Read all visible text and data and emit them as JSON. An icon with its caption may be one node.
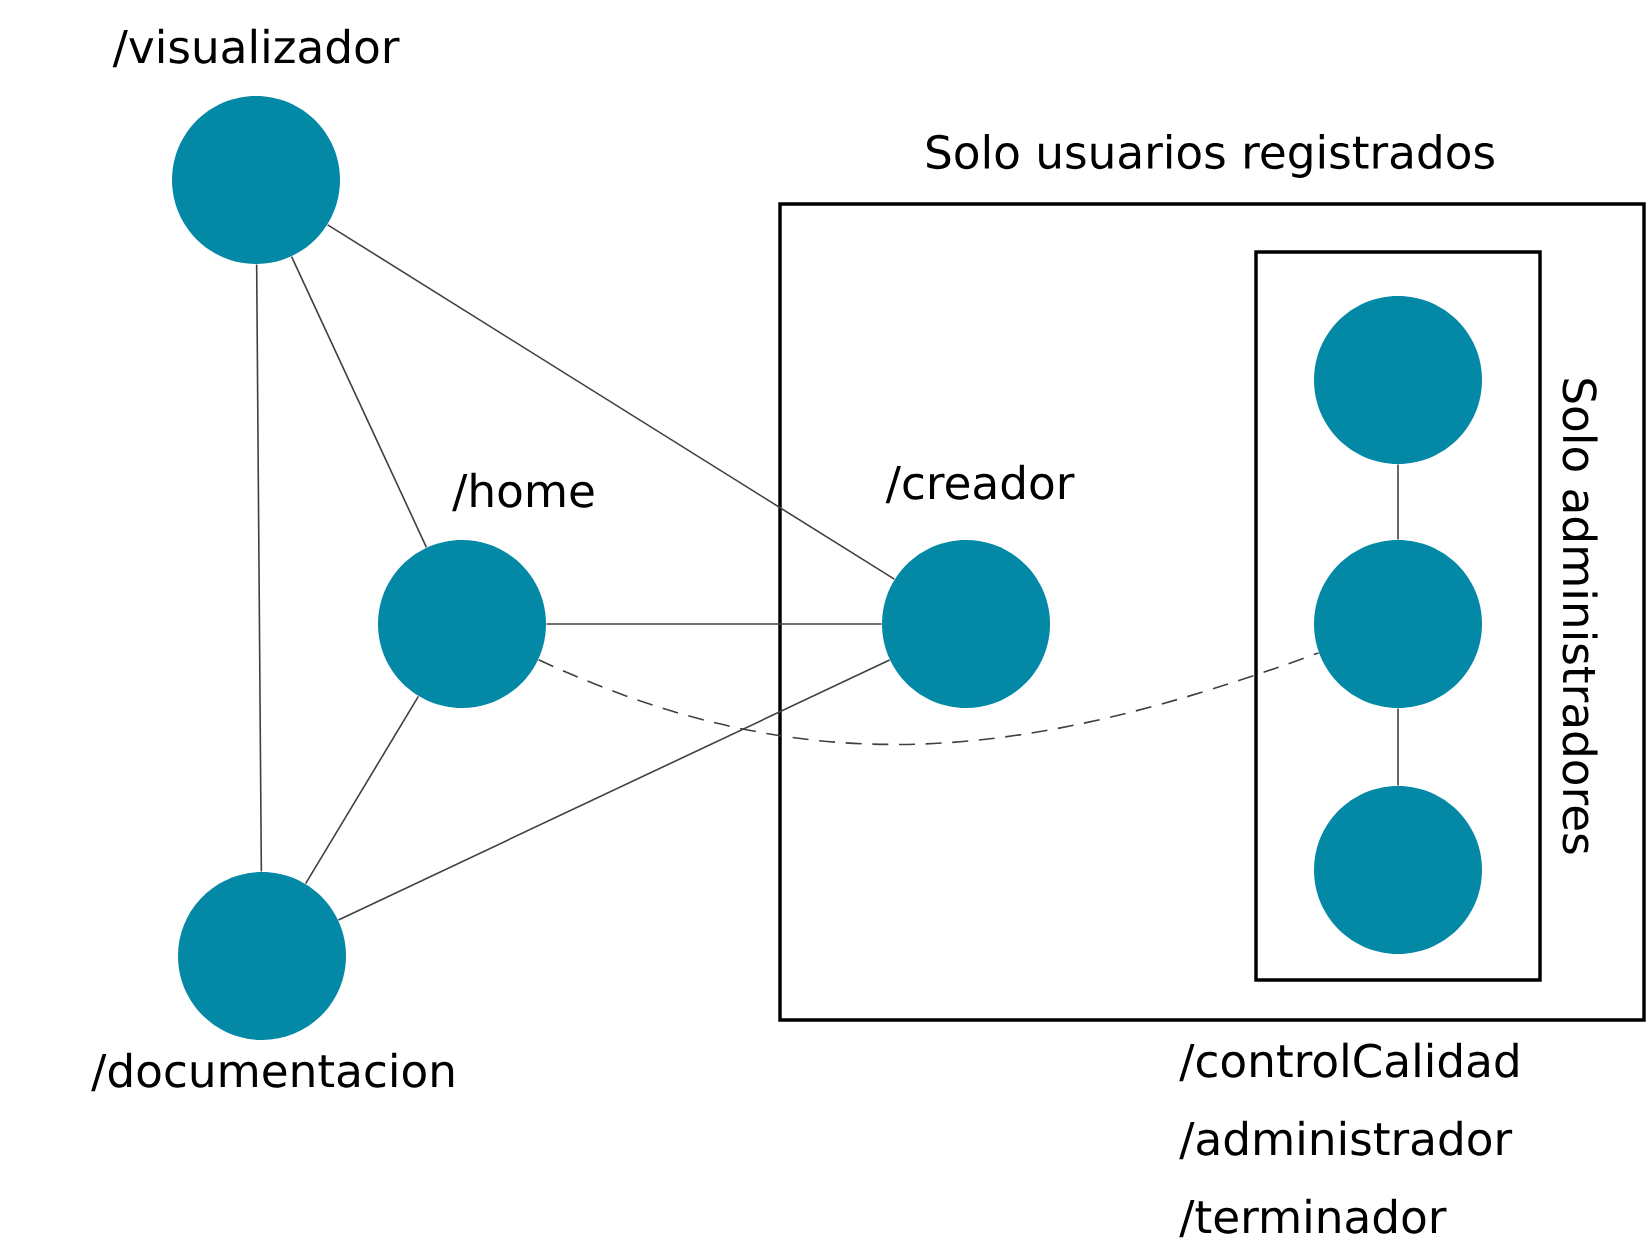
{
  "diagram": {
    "nodes": [
      {
        "text": [
          "/visualizador"
        ]
      },
      {
        "text": [
          "/home"
        ]
      },
      {
        "text": [
          "/documentacion"
        ]
      },
      {
        "text": [
          "Solo usuarios registrados"
        ]
      },
      {
        "text": [
          "/creador"
        ],
        "in": 3
      },
      {
        "text": [
          "Solo administradores"
        ],
        "in": 3
      },
      {
        "text": [],
        "shape": "circle",
        "in": 5
      },
      {
        "text": [],
        "shape": "circle",
        "in": 5
      },
      {
        "text": [],
        "shape": "circle",
        "in": 5
      }
    ],
    "edges": [
      {
        "from": 0,
        "to": 2,
        "arrow": "none"
      },
      {
        "from": 0,
        "to": 1,
        "arrow": "none"
      },
      {
        "from": 0,
        "to": 4,
        "arrow": "none"
      },
      {
        "from": 1,
        "to": 4,
        "arrow": "none"
      },
      {
        "from": 1,
        "to": 2,
        "arrow": "none"
      },
      {
        "from": 2,
        "to": 4,
        "arrow": "none"
      },
      {
        "from": 1,
        "to": 7,
        "arrow": "none",
        "style": "dashed"
      },
      {
        "from": 6,
        "to": 7,
        "arrow": "none"
      },
      {
        "from": 7,
        "to": 8,
        "arrow": "none"
      }
    ],
    "labels": [
      "/controlCalidad",
      "/administrador",
      "/terminador"
    ]
  }
}
